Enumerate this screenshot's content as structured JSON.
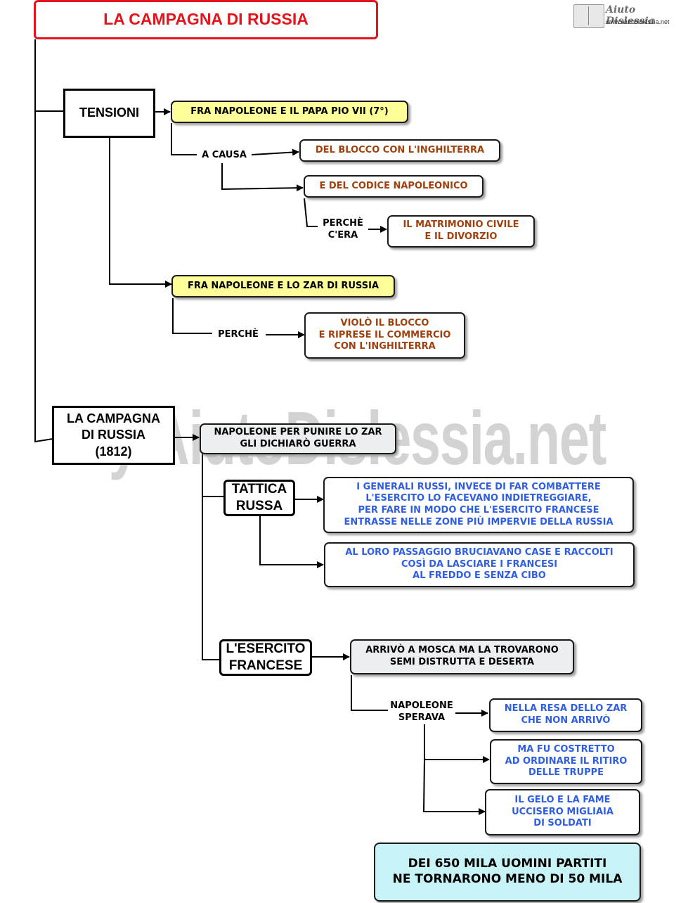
{
  "title": "LA CAMPAGNA DI RUSSIA",
  "logo": {
    "name": "Aiuto Dislessia",
    "url": "www.aiutodislessia.net"
  },
  "watermark": "By AiutoDislessia.net",
  "nodes": {
    "tensioni": "TENSIONI",
    "napoleone_papa": "FRA NAPOLEONE E IL PAPA PIO VII (7°)",
    "a_causa": "A CAUSA",
    "blocco_inghilterra": "DEL BLOCCO CON L'INGHILTERRA",
    "codice_napoleonico": "E DEL  CODICE NAPOLEONICO",
    "perche_cera": "PERCHÈ\nC'ERA",
    "matrimonio_civile": "IL MATRIMONIO CIVILE\nE IL DIVORZIO",
    "napoleone_zar": "FRA NAPOLEONE E LO ZAR DI RUSSIA",
    "perche": "PERCHÈ",
    "violo_blocco": "VIOLÒ IL BLOCCO\nE RIPRESE IL COMMERCIO\nCON L'INGHILTERRA",
    "campagna_1812": "LA CAMPAGNA\nDI RUSSIA\n(1812)",
    "punire_zar": "NAPOLEONE PER PUNIRE LO ZAR\nGLI DICHIARÒ GUERRA",
    "tattica_russa": "TATTICA\nRUSSA",
    "generali_russi": "I GENERALI RUSSI, INVECE DI FAR COMBATTERE\nL'ESERCITO LO FACEVANO INDIETREGGIARE,\nPER FARE  IN MODO CHE L'ESERCITO FRANCESE\nENTRASSE NELLE ZONE PIÙ IMPERVIE DELLA RUSSIA",
    "bruciavano": "AL LORO PASSAGGIO BRUCIAVANO CASE E RACCOLTI\nCOSÌ DA LASCIARE  I FRANCESI\nAL FREDDO E SENZA CIBO",
    "esercito_francese": "L'ESERCITO\nFRANCESE",
    "mosca": "ARRIVÒ A MOSCA MA LA TROVARONO\nSEMI DISTRUTTA E DESERTA",
    "napoleone_sperava": "NAPOLEONE\nSPERAVA",
    "resa_zar": "NELLA RESA DELLO ZAR\nCHE NON ARRIVÒ",
    "ritiro_truppe": "MA FU COSTRETTO\nAD ORDINARE IL RITIRO\nDELLE TRUPPE",
    "gelo_fame": "IL GELO E LA FAME\nUCCISERO MIGLIAIA\nDI SOLDATI",
    "conclusione": "DEI 650 MILA  UOMINI PARTITI\nNE TORNARONO MENO  DI 50 MILA"
  },
  "colors": {
    "title_red": "#e3141b",
    "yellow_fill": "#ffff99",
    "brown_text": "#a0410d",
    "blue_text": "#2f5fe0",
    "grey_fill": "#eceff0",
    "cyan_fill": "#c7f3f6"
  }
}
